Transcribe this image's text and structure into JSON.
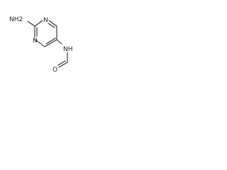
{
  "molecule": {
    "atoms": [
      {
        "id": "nh2",
        "label": "NH2"
      },
      {
        "id": "n1",
        "label": "N"
      },
      {
        "id": "n3",
        "label": "N"
      },
      {
        "id": "nh",
        "label": "NH"
      },
      {
        "id": "o",
        "label": "O"
      }
    ]
  }
}
